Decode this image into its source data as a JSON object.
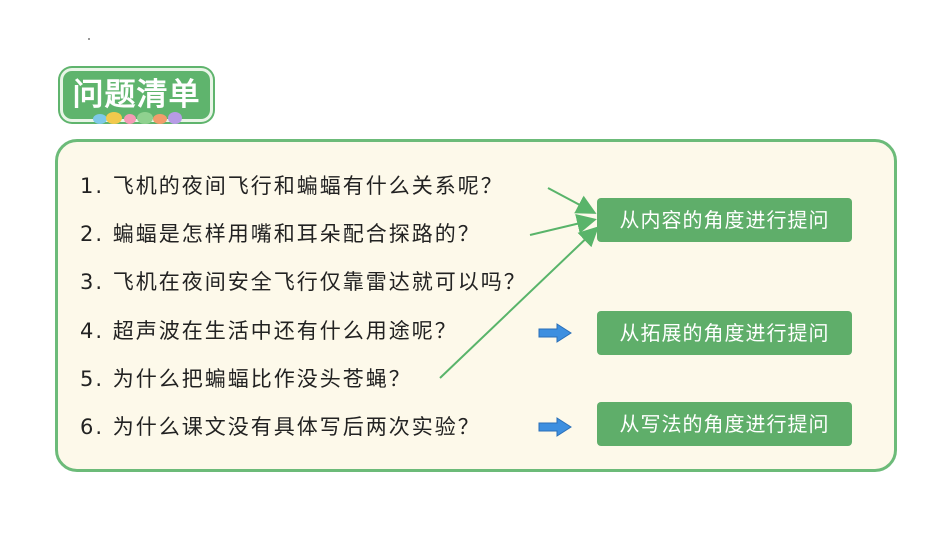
{
  "title": "问题清单",
  "questions": [
    "1. 飞机的夜间飞行和蝙蝠有什么关系呢？",
    "2. 蝙蝠是怎样用嘴和耳朵配合探路的？",
    "3. 飞机在夜间安全飞行仅靠雷达就可以吗？",
    "4. 超声波在生活中还有什么用途呢？",
    "5. 为什么把蝙蝠比作没头苍蝇？",
    "6. 为什么课文没有具体写后两次实验？"
  ],
  "tags": {
    "content": "从内容的角度进行提问",
    "extension": "从拓展的角度进行提问",
    "writing": "从写法的角度进行提问"
  },
  "colors": {
    "green": "#5fae6a",
    "panel_bg": "#fdf9ea",
    "arrow_green": "#59b46a",
    "arrow_blue": "#3d8fe0"
  },
  "icons": [
    "candy-decoration-icon",
    "green-arrow-icon",
    "blue-arrow-icon"
  ]
}
